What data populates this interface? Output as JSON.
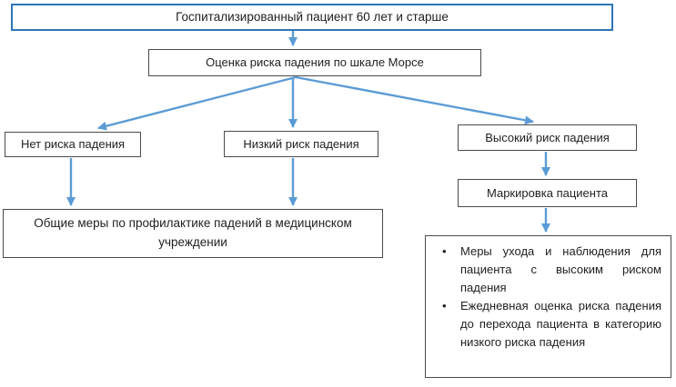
{
  "diagram": {
    "title_node": {
      "label": "Госпитализированный пациент 60 лет и старше"
    },
    "assessment_node": {
      "label": "Оценка риска падения по шкале Морсе"
    },
    "no_risk_node": {
      "label": "Нет риска падения"
    },
    "low_risk_node": {
      "label": "Низкий риск падения"
    },
    "high_risk_node": {
      "label": "Высокий риск падения"
    },
    "general_measures_node": {
      "label": "Общие меры по профилактике падений в медицинском учреждении"
    },
    "marking_node": {
      "label": "Маркировка пациента"
    },
    "high_risk_actions_node": {
      "bullet_glyph": "•",
      "bullets": [
        "Меры ухода и наблюдения для пациента с высоким риском падения",
        "Ежедневная оценка риска падения до перехода пациента в категорию низкого риска падения"
      ]
    }
  },
  "colors": {
    "top_box_border": "#2e75b6",
    "arrow_blue": "#5b9bd5",
    "box_border": "#4a4a4a",
    "text": "#1f1f1f",
    "background": "#ffffff"
  }
}
